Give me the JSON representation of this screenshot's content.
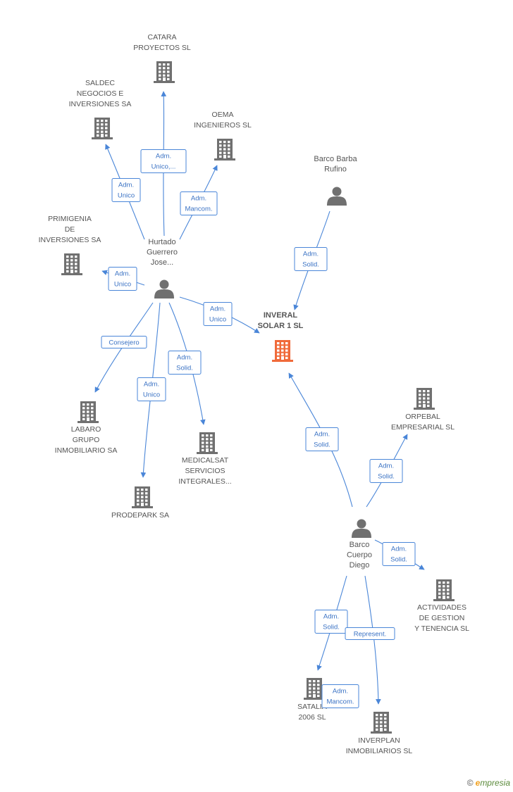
{
  "nodes": [
    {
      "id": "catara",
      "type": "company",
      "label": [
        "CATARA",
        "PROYECTOS  SL"
      ]
    },
    {
      "id": "saldec",
      "type": "company",
      "label": [
        "SALDEC",
        "NEGOCIOS E",
        "INVERSIONES SA"
      ]
    },
    {
      "id": "oema",
      "type": "company",
      "label": [
        "OEMA",
        "INGENIEROS SL"
      ]
    },
    {
      "id": "primigenia",
      "type": "company",
      "label": [
        "PRIMIGENIA",
        "DE",
        "INVERSIONES SA"
      ]
    },
    {
      "id": "hurtado",
      "type": "person",
      "label": [
        "Hurtado",
        "Guerrero",
        "Jose..."
      ]
    },
    {
      "id": "barco_barba",
      "type": "person",
      "label": [
        "Barco Barba",
        "Rufino"
      ]
    },
    {
      "id": "inveral",
      "type": "company-main",
      "label": [
        "INVERAL",
        "SOLAR 1 SL"
      ]
    },
    {
      "id": "labaro",
      "type": "company",
      "label": [
        "LABARO",
        "GRUPO",
        "INMOBILIARIO SA"
      ]
    },
    {
      "id": "medicalsat",
      "type": "company",
      "label": [
        "MEDICALSAT",
        "SERVICIOS",
        "INTEGRALES..."
      ]
    },
    {
      "id": "prodepark",
      "type": "company",
      "label": [
        "PRODEPARK SA"
      ]
    },
    {
      "id": "orpebal",
      "type": "company",
      "label": [
        "ORPEBAL",
        "EMPRESARIAL SL"
      ]
    },
    {
      "id": "barco_cuerpo",
      "type": "person",
      "label": [
        "Barco",
        "Cuerpo",
        "Diego"
      ]
    },
    {
      "id": "actividades",
      "type": "company",
      "label": [
        "ACTIVIDADES",
        "DE GESTION",
        "Y TENENCIA SL"
      ]
    },
    {
      "id": "satalia",
      "type": "company",
      "label": [
        "SATALIA",
        "2006 SL"
      ]
    },
    {
      "id": "inverplan",
      "type": "company",
      "label": [
        "INVERPLAN",
        "INMOBILIARIOS SL"
      ]
    }
  ],
  "edges": [
    {
      "from": "hurtado",
      "to": "catara",
      "label": [
        "Adm.",
        "Unico,..."
      ]
    },
    {
      "from": "hurtado",
      "to": "saldec",
      "label": [
        "Adm.",
        "Unico"
      ]
    },
    {
      "from": "hurtado",
      "to": "oema",
      "label": [
        "Adm.",
        "Mancom."
      ]
    },
    {
      "from": "hurtado",
      "to": "primigenia",
      "label": [
        "Adm.",
        "Unico"
      ]
    },
    {
      "from": "hurtado",
      "to": "inveral",
      "label": [
        "Adm.",
        "Unico"
      ]
    },
    {
      "from": "hurtado",
      "to": "labaro",
      "label": [
        "Consejero"
      ]
    },
    {
      "from": "hurtado",
      "to": "medicalsat",
      "label": [
        "Adm.",
        "Solid."
      ]
    },
    {
      "from": "hurtado",
      "to": "prodepark",
      "label": [
        "Adm.",
        "Unico"
      ]
    },
    {
      "from": "barco_barba",
      "to": "inveral",
      "label": [
        "Adm.",
        "Solid."
      ]
    },
    {
      "from": "barco_cuerpo",
      "to": "inveral",
      "label": [
        "Adm.",
        "Solid."
      ]
    },
    {
      "from": "barco_cuerpo",
      "to": "orpebal",
      "label": [
        "Adm.",
        "Solid."
      ]
    },
    {
      "from": "barco_cuerpo",
      "to": "actividades",
      "label": [
        "Adm.",
        "Solid."
      ]
    },
    {
      "from": "barco_cuerpo",
      "to": "satalia",
      "label": [
        "Adm.",
        "Solid."
      ]
    },
    {
      "from": "barco_cuerpo",
      "to": "inverplan",
      "label": [
        "Represent."
      ]
    },
    {
      "from": "barco_cuerpo",
      "to": "satalia",
      "label": [
        "Adm.",
        "Mancom."
      ]
    }
  ],
  "colors": {
    "edge": "#4a86d8",
    "company": "#707070",
    "main_company": "#f06a3a",
    "person": "#707070"
  },
  "footer": {
    "copyright": "©",
    "brand_initial": "e",
    "brand_rest": "mpresia"
  }
}
